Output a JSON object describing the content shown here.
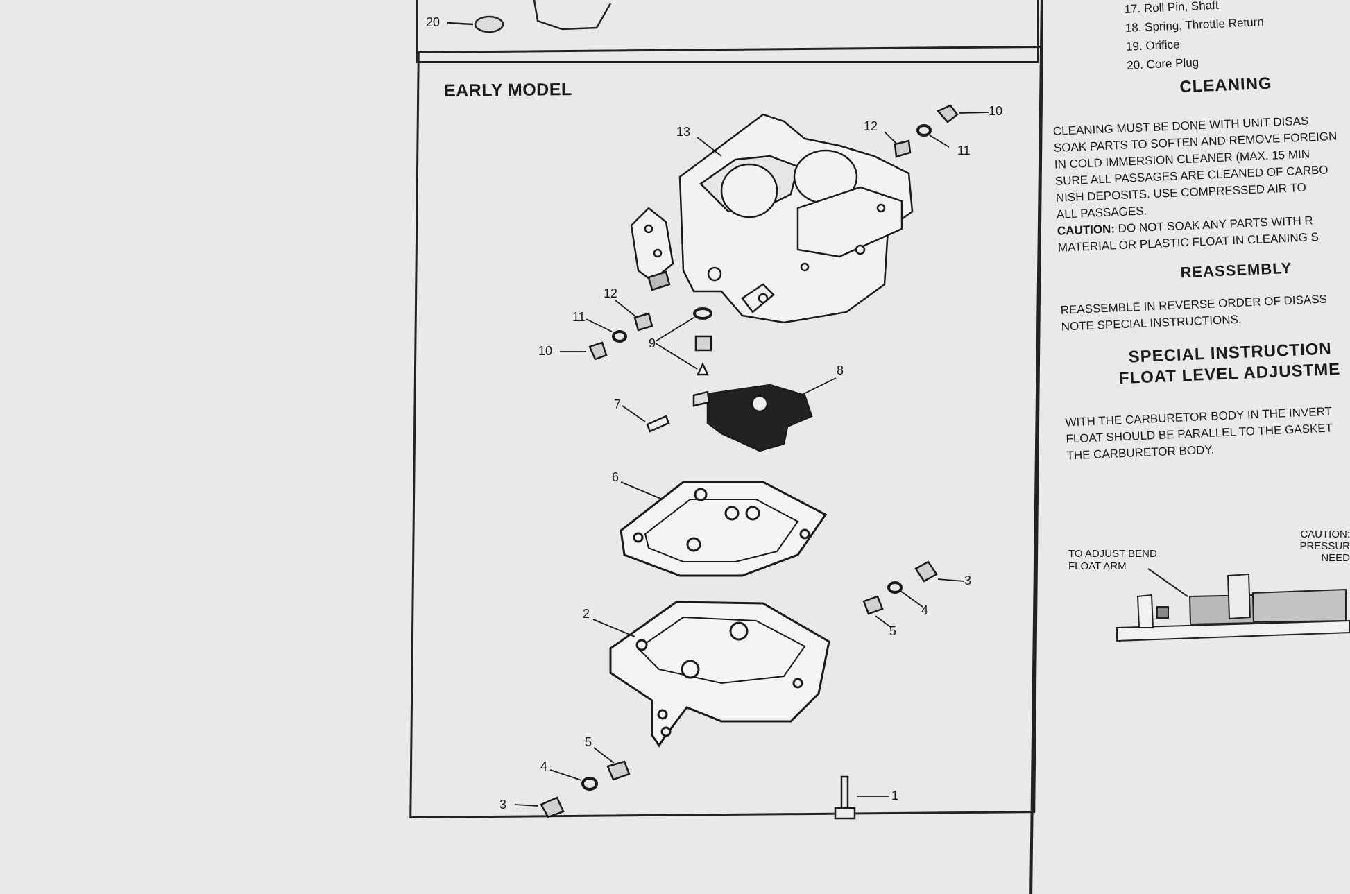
{
  "parts_list": [
    "17. Roll Pin, Shaft",
    "18. Spring, Throttle Return",
    "19. Orifice",
    "20. Core Plug"
  ],
  "diagram": {
    "title": "EARLY MODEL",
    "top_callout": "20",
    "callouts": [
      "13",
      "12",
      "10",
      "11",
      "12",
      "11",
      "10",
      "9",
      "8",
      "7",
      "6",
      "3",
      "4",
      "5",
      "2",
      "5",
      "4",
      "3",
      "1"
    ]
  },
  "cleaning": {
    "heading": "CLEANING",
    "lines": [
      "CLEANING MUST BE DONE WITH UNIT DISAS",
      "SOAK PARTS TO SOFTEN AND REMOVE FOREIGN",
      "IN COLD IMMERSION CLEANER (MAX. 15 MIN",
      "SURE ALL PASSAGES ARE CLEANED OF CARBO",
      "NISH DEPOSITS.  USE COMPRESSED AIR TO",
      "ALL PASSAGES."
    ],
    "caution_label": "CAUTION:",
    "caution_lines": [
      "DO NOT SOAK ANY PARTS WITH R",
      "MATERIAL OR PLASTIC FLOAT IN CLEANING S"
    ]
  },
  "reassembly": {
    "heading": "REASSEMBLY",
    "lines": [
      "REASSEMBLE IN REVERSE ORDER OF DISASS",
      "NOTE SPECIAL INSTRUCTIONS."
    ]
  },
  "special": {
    "heading1": "SPECIAL INSTRUCTION",
    "heading2": "FLOAT LEVEL ADJUSTME",
    "lines": [
      "WITH THE CARBURETOR BODY IN THE INVERT",
      "FLOAT SHOULD BE PARALLEL TO THE GASKET",
      "THE CARBURETOR BODY."
    ],
    "adjust_label": [
      "TO ADJUST BEND",
      "FLOAT ARM"
    ],
    "caution_label": [
      "CAUTION:",
      "PRESSUR",
      "NEED"
    ]
  }
}
